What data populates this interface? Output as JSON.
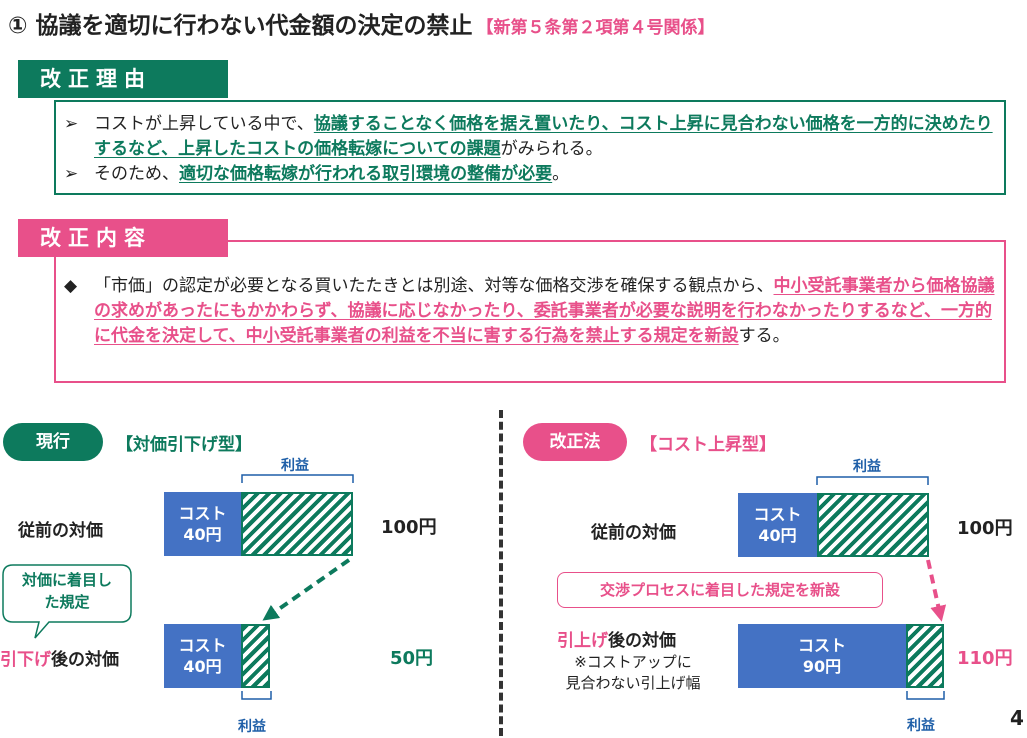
{
  "title": {
    "number": "①",
    "text": "協議を適切に行わない代金額の決定の禁止",
    "ref": "【新第５条第２項第４号関係】"
  },
  "reason": {
    "header": "改正理由",
    "bullet1": {
      "marker": "➢",
      "pre": "コストが上昇している中で、",
      "emph": "協議することなく価格を据え置いたり、コスト上昇に見合わない価格を一方的に決めたりするなど、上昇したコストの価格転嫁についての課題",
      "post": "がみられる。"
    },
    "bullet2": {
      "marker": "➢",
      "pre": "そのため、",
      "emph": "適切な価格転嫁が行われる取引環境の整備が必要",
      "post": "。"
    }
  },
  "content": {
    "header": "改正内容",
    "bullet": {
      "marker": "◆",
      "pre": "「市価」の認定が必要となる買いたたきとは別途、対等な価格交渉を確保する観点から、",
      "emph": "中小受託事業者から価格協議の求めがあったにもかかわらず、協議に応じなかったり、委託事業者が必要な説明を行わなかったりするなど、一方的に代金を決定して、中小受託事業者の利益を不当に害する行為を禁止する規定を新設",
      "post": "する。"
    }
  },
  "left": {
    "pill": "現行",
    "type": "【対価引下げ型】",
    "profit_label_top": "利益",
    "profit_label_bottom": "利益",
    "row1": {
      "label": "従前の対価",
      "cost_line1": "コスト",
      "cost_line2": "40円",
      "price": "100円"
    },
    "bubble": "対価に着目した規定",
    "row2": {
      "label_emph": "引下げ",
      "label_rest": "後の対価",
      "cost_line1": "コスト",
      "cost_line2": "40円",
      "price": "50円"
    }
  },
  "right": {
    "pill": "改正法",
    "type": "【コスト上昇型】",
    "profit_label_top": "利益",
    "profit_label_bottom": "利益",
    "row1": {
      "label": "従前の対価",
      "cost_line1": "コスト",
      "cost_line2": "40円",
      "price": "100円"
    },
    "callout": "交渉プロセスに着目した規定を新設",
    "row2": {
      "label_emph": "引上げ",
      "label_rest": "後の対価",
      "note1": "※コストアップに",
      "note2": "見合わない引上げ幅",
      "cost_line1": "コスト",
      "cost_line2": "90円",
      "price": "110円"
    }
  },
  "page_number": "4",
  "colors": {
    "green": "#0d7a5d",
    "pink": "#e8508a",
    "blue": "#4472c4"
  }
}
